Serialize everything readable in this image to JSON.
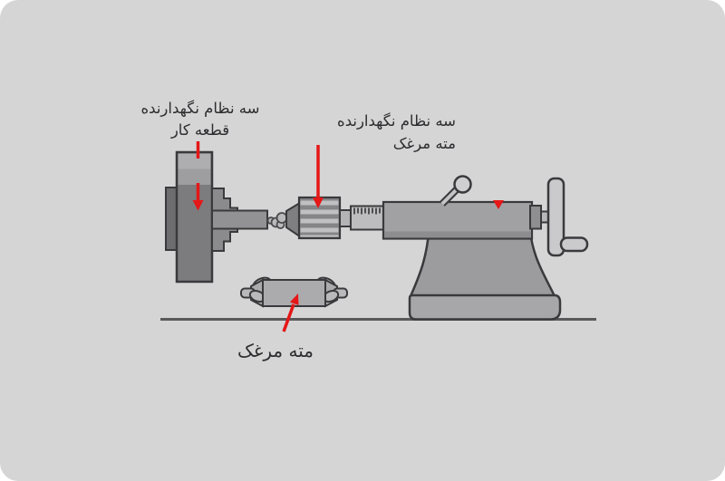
{
  "page": {
    "background_color": "#ffffff",
    "card_background_color": "#d5d5d6"
  },
  "annotation": {
    "arrow_color": "#e51717",
    "text_color": "#2d2d2f"
  },
  "labels": {
    "workpiece_chuck": {
      "line1": "سه نظام نگهدارنده",
      "line2": "قطعه کار"
    },
    "drill_chuck": {
      "line1": "سه نظام نگهدارنده",
      "line2": "مته مرغک"
    },
    "center_drill": {
      "text": "مته مرغک"
    }
  }
}
